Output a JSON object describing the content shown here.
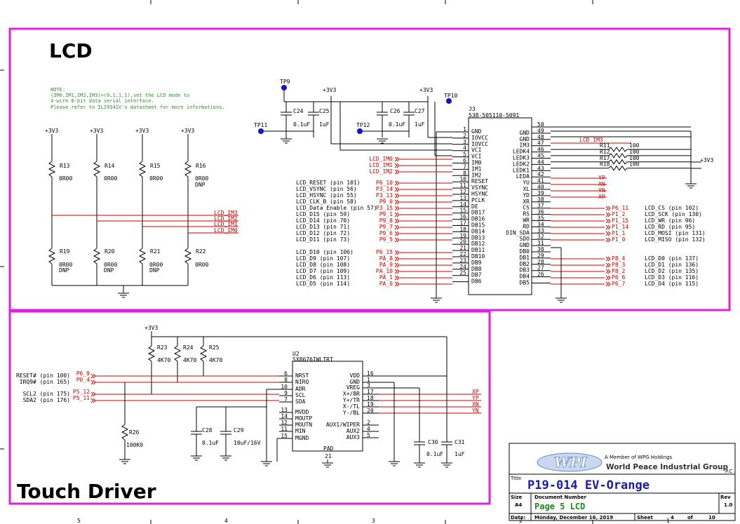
{
  "sections": {
    "lcd_title": "LCD",
    "touch_title": "Touch Driver"
  },
  "note": {
    "line1": "NOTE:",
    "line2": "(IM0,IM1,IM2,IM3)=(0,1,1,1),set the LCD mode to",
    "line3": "4-wire 8-bit data serial interface.",
    "line4": "Please refer to ILI9341V's datasheet for more informations."
  },
  "power_label": "+3V3",
  "test_points": [
    "TP9",
    "TP10",
    "TP11",
    "TP12"
  ],
  "capacitors": [
    {
      "ref": "C24",
      "value": "0.1uF"
    },
    {
      "ref": "C25",
      "value": "1uF"
    },
    {
      "ref": "C26",
      "value": "0.1uF"
    },
    {
      "ref": "C27",
      "value": "1uF"
    },
    {
      "ref": "C28",
      "value": "0.1uF"
    },
    {
      "ref": "C29",
      "value": "10uF/16V"
    },
    {
      "ref": "C30",
      "value": "0.1uF"
    },
    {
      "ref": "C31",
      "value": "1uF"
    }
  ],
  "resistors_top": [
    {
      "ref": "R13",
      "value": "0R00",
      "note": ""
    },
    {
      "ref": "R14",
      "value": "0R00",
      "note": ""
    },
    {
      "ref": "R15",
      "value": "0R00",
      "note": ""
    },
    {
      "ref": "R16",
      "value": "0R00",
      "note": "DNP"
    }
  ],
  "resistors_bottom": [
    {
      "ref": "R19",
      "value": "0R00",
      "note": "DNP"
    },
    {
      "ref": "R20",
      "value": "0R00",
      "note": "DNP"
    },
    {
      "ref": "R21",
      "value": "0R00",
      "note": "DNP"
    },
    {
      "ref": "R22",
      "value": "0R00",
      "note": ""
    }
  ],
  "im_nets": [
    "LCD_IM3",
    "LCD_IM2",
    "LCD_IM1",
    "LCD_IM0"
  ],
  "connector": {
    "ref": "J3",
    "part": "538-505110-5091",
    "left_pins": [
      {
        "n": "1",
        "name": "GND"
      },
      {
        "n": "2",
        "name": "IOVCC"
      },
      {
        "n": "3",
        "name": "IOVCC"
      },
      {
        "n": "4",
        "name": "VCI"
      },
      {
        "n": "5",
        "name": "VCI"
      },
      {
        "n": "6",
        "name": "IM0"
      },
      {
        "n": "7",
        "name": "IM1"
      },
      {
        "n": "8",
        "name": "IM2"
      },
      {
        "n": "10",
        "name": "RESET"
      },
      {
        "n": "11",
        "name": "VSYNC"
      },
      {
        "n": "12",
        "name": "HSYNC"
      },
      {
        "n": "13",
        "name": "PCLK"
      },
      {
        "n": "14",
        "name": "DE"
      },
      {
        "n": "15",
        "name": "DB17"
      },
      {
        "n": "16",
        "name": "DB16"
      },
      {
        "n": "17",
        "name": "DB15"
      },
      {
        "n": "18",
        "name": "DB14"
      },
      {
        "n": "19",
        "name": "DB13"
      },
      {
        "n": "20",
        "name": "DB12"
      },
      {
        "n": "21",
        "name": "DB11"
      },
      {
        "n": "22",
        "name": "DB10"
      },
      {
        "n": "23",
        "name": "DB9"
      },
      {
        "n": "24",
        "name": "DB8"
      },
      {
        "n": "25",
        "name": "DB7"
      },
      {
        "n": "",
        "name": "DB6"
      }
    ],
    "right_pins": [
      {
        "n": "50",
        "name": ""
      },
      {
        "n": "49",
        "name": "GND"
      },
      {
        "n": "48",
        "name": "GND"
      },
      {
        "n": "47",
        "name": "IM3"
      },
      {
        "n": "46",
        "name": "LEDK4"
      },
      {
        "n": "45",
        "name": "LEDK3"
      },
      {
        "n": "44",
        "name": "LEDK2"
      },
      {
        "n": "43",
        "name": "LEDK1"
      },
      {
        "n": "42",
        "name": "LEDA"
      },
      {
        "n": "41",
        "name": "YU"
      },
      {
        "n": "40",
        "name": "XL"
      },
      {
        "n": "39",
        "name": "YD"
      },
      {
        "n": "38",
        "name": "XR"
      },
      {
        "n": "37",
        "name": "CS"
      },
      {
        "n": "36",
        "name": "RS"
      },
      {
        "n": "35",
        "name": "WR"
      },
      {
        "n": "34",
        "name": "RD"
      },
      {
        "n": "33",
        "name": "DIN_SDA"
      },
      {
        "n": "32",
        "name": "SDO"
      },
      {
        "n": "31",
        "name": "GND"
      },
      {
        "n": "30",
        "name": "DB0"
      },
      {
        "n": "29",
        "name": "DB1"
      },
      {
        "n": "28",
        "name": "DB2"
      },
      {
        "n": "27",
        "name": "DB3"
      },
      {
        "n": "26",
        "name": "DB4"
      },
      {
        "n": "",
        "name": "DB5"
      }
    ]
  },
  "left_nets": [
    {
      "label": "LCD_IM0",
      "desc": ""
    },
    {
      "label": "LCD_IM1",
      "desc": ""
    },
    {
      "label": "LCD_IM2",
      "desc": ""
    },
    {
      "label": "P6_10",
      "desc": "LCD_RESET (pin 101)"
    },
    {
      "label": "P3_14",
      "desc": "LCD_VSYNC (pin 56)"
    },
    {
      "label": "P3_13",
      "desc": "LCD_HSYNC (pin 55)"
    },
    {
      "label": "P9_0",
      "desc": "LCD_CLK_B (pin 58)"
    },
    {
      "label": "P3_15",
      "desc": "LCD_Data Enable (pin 57)"
    },
    {
      "label": "P9_1",
      "desc": "LCD_D15 (pin 59)"
    },
    {
      "label": "P9_8",
      "desc": "LCD_D14 (pin 70)"
    },
    {
      "label": "P9_7",
      "desc": "LCD_D13 (pin 71)"
    },
    {
      "label": "P9_6",
      "desc": "LCD_D12 (pin 72)"
    },
    {
      "label": "P9_5",
      "desc": "LCD_D11 (pin 73)"
    },
    {
      "label": "P6_15",
      "desc": "LCD_D10 (pin 106)"
    },
    {
      "label": "PA_8",
      "desc": "LCD_D9 (pin 107)"
    },
    {
      "label": "PA_9",
      "desc": "LCD_D8 (pin 108)"
    },
    {
      "label": "PA_10",
      "desc": "LCD_D7 (pin 109)"
    },
    {
      "label": "PA_1",
      "desc": "LCD_D6 (pin 113)"
    },
    {
      "label": "PA_0",
      "desc": "LCD_D5 (pin 114)"
    }
  ],
  "right_nets": [
    {
      "label": "LCD_IM3",
      "desc": ""
    },
    {
      "label": "YP",
      "desc": ""
    },
    {
      "label": "XN",
      "desc": ""
    },
    {
      "label": "YN",
      "desc": ""
    },
    {
      "label": "XP",
      "desc": ""
    },
    {
      "label": "P6_11",
      "desc": "LCD_CS (pin 102)"
    },
    {
      "label": "P1_2",
      "desc": "LCD_SCK (pin 130)"
    },
    {
      "label": "P1_15",
      "desc": "LCD_WR (pin 96)"
    },
    {
      "label": "P1_14",
      "desc": "LCD_RD (pin 95)"
    },
    {
      "label": "P1_1",
      "desc": "LCD_MOSI (pin 131)"
    },
    {
      "label": "P1_0",
      "desc": "LCD_MISO (pin 132)"
    },
    {
      "label": "P8_4",
      "desc": "LCD_D0 (pin 137)"
    },
    {
      "label": "P8_3",
      "desc": "LCD_D1 (pin 136)"
    },
    {
      "label": "P8_2",
      "desc": "LCD_D2 (pin 135)"
    },
    {
      "label": "P6_6",
      "desc": "LCD_D3 (pin 116)"
    },
    {
      "label": "P6_7",
      "desc": "LCD_D4 (pin 115)"
    }
  ],
  "led_resistors": [
    {
      "ref": "R11",
      "value": "100"
    },
    {
      "ref": "R12",
      "value": "100"
    },
    {
      "ref": "R17",
      "value": "100"
    },
    {
      "ref": "R18",
      "value": "100"
    }
  ],
  "touch": {
    "resistors": [
      {
        "ref": "R23",
        "value": "4K70"
      },
      {
        "ref": "R24",
        "value": "4K70"
      },
      {
        "ref": "R25",
        "value": "4K70"
      },
      {
        "ref": "R26",
        "value": "100K0"
      }
    ],
    "ic_ref": "U2",
    "ic_part": "SX8676IWLTRT",
    "ic_left": [
      {
        "n": "6",
        "name": "NRST"
      },
      {
        "n": "8",
        "name": "NIRQ"
      },
      {
        "n": "10",
        "name": "ADR"
      },
      {
        "n": "9",
        "name": "SCL"
      },
      {
        "n": "7",
        "name": "SDA"
      },
      {
        "n": "13",
        "name": "MVDD"
      },
      {
        "n": "14",
        "name": "MOUTP"
      },
      {
        "n": "12",
        "name": "MOUTN"
      },
      {
        "n": "11",
        "name": "MIN"
      },
      {
        "n": "15",
        "name": "MGND"
      }
    ],
    "ic_right": [
      {
        "n": "16",
        "name": "VDD"
      },
      {
        "n": "1",
        "name": "GND"
      },
      {
        "n": "3",
        "name": "VREG"
      },
      {
        "n": "17",
        "name": "X+/BR"
      },
      {
        "n": "18",
        "name": "Y+/TR"
      },
      {
        "n": "19",
        "name": "X-/TL"
      },
      {
        "n": "20",
        "name": "Y-/BL"
      },
      {
        "n": "2",
        "name": "AUX1/WIPER"
      },
      {
        "n": "4",
        "name": "AUX2"
      },
      {
        "n": "5",
        "name": "AUX3"
      }
    ],
    "pad_label": "PAD",
    "pad_pin": "21",
    "signals": [
      {
        "desc": "RESET# (pin 100)",
        "net": "P6_9"
      },
      {
        "desc": "IRQ9# (pin 165)",
        "net": "P0_4"
      },
      {
        "desc": "SCL2 (pin 175)",
        "net": "P5_12"
      },
      {
        "desc": "SDA2 (pin 176)",
        "net": "P5_11"
      }
    ],
    "touch_nets": [
      "XP",
      "YP",
      "XN",
      "YN"
    ]
  },
  "title_block": {
    "company_tag": "A Member of WPG Holdings",
    "logo_text": "WPI",
    "company": "World Peace Industrial Group",
    "pc": "P.C",
    "title_label": "Title",
    "title": "P19-014 EV-Orange",
    "size_label": "Size",
    "size": "A4",
    "docnum_label": "Document Number",
    "docnum": "Page 5 LCD",
    "rev_label": "Rev",
    "rev": "1.0",
    "date_label": "Date:",
    "date": "Monday, December 16, 2019",
    "sheet_label": "Sheet",
    "sheet": "4",
    "of_label": "of",
    "of": "10"
  },
  "border_marks": [
    "5",
    "4",
    "3",
    "2",
    "1"
  ]
}
